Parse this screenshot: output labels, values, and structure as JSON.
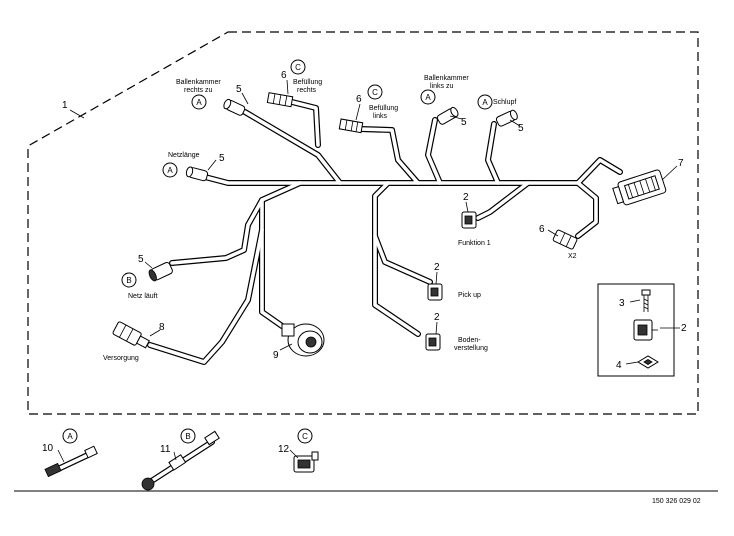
{
  "callouts": {
    "c1": "1",
    "c2a": "2",
    "c2b": "2",
    "c2c": "2",
    "c2d": "2",
    "c3": "3",
    "c4": "4",
    "c5a": "5",
    "c5b": "5",
    "c5c": "5",
    "c5d": "5",
    "c5e": "5",
    "c6a": "6",
    "c6b": "6",
    "c6c": "6",
    "c7": "7",
    "c8": "8",
    "c9": "9",
    "c10": "10",
    "c11": "11",
    "c12": "12"
  },
  "circles": {
    "a1": "A",
    "a2": "A",
    "a3": "A",
    "a4": "A",
    "a5": "A",
    "b1": "B",
    "b2": "B",
    "cc1": "C",
    "cc2": "C",
    "cc3": "C"
  },
  "labels": {
    "ballenkammer_rechts_1": "Ballenkammer",
    "ballenkammer_rechts_2": "rechts zu",
    "befullung_rechts_1": "Befüllung",
    "befullung_rechts_2": "rechts",
    "befullung_links_1": "Befüllung",
    "befullung_links_2": "links",
    "ballenkammer_links_1": "Ballenkammer",
    "ballenkammer_links_2": "links zu",
    "schlupf": "Schlupf",
    "netzlange": "Netzlänge",
    "funktion1": "Funktion 1",
    "x2": "X2",
    "netz_lauft": "Netz läuft",
    "pick_up": "Pick up",
    "bodenverstellung_1": "Boden-",
    "bodenverstellung_2": "verstellung",
    "versorgung": "Versorgung"
  },
  "drawing_number": "150 326 029 02"
}
